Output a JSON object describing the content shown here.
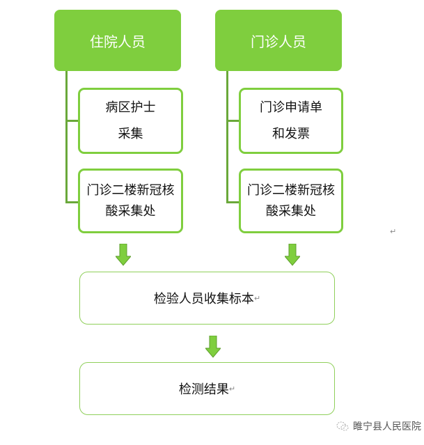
{
  "columns": [
    {
      "title": "住院人员",
      "items": [
        [
          "病区护士",
          "采集"
        ],
        [
          "门诊二楼新冠核",
          "酸采集处"
        ]
      ]
    },
    {
      "title": "门诊人员",
      "items": [
        [
          "门诊申请单",
          "和发票"
        ],
        [
          "门诊二楼新冠核",
          "酸采集处"
        ]
      ]
    }
  ],
  "steps": [
    "检验人员收集标本",
    "检测结果"
  ],
  "paragraph_mark": "↵",
  "watermark": "睢宁县人民医院",
  "colors": {
    "header": "#7fce3e",
    "line": "#6aa83a",
    "arrow": "#7fce3e"
  }
}
